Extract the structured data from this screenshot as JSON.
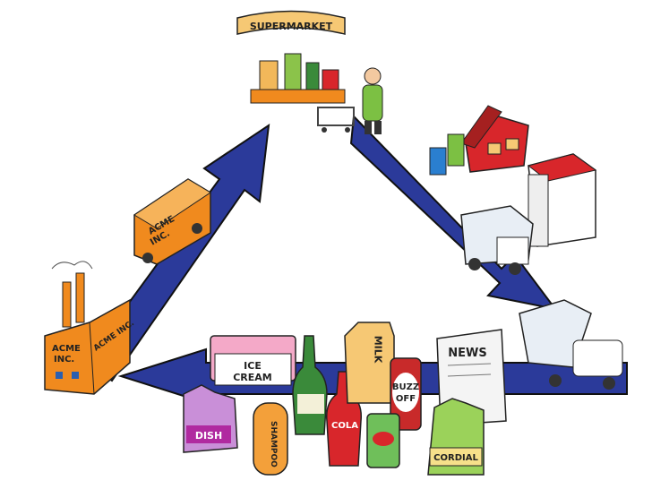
{
  "supermarket": {
    "sign": "SUPERMARKET"
  },
  "truck": {
    "line1": "ACME",
    "line2": "INC."
  },
  "factory": {
    "front_line1": "ACME",
    "front_line2": "INC.",
    "side": "ACME INC."
  },
  "products": {
    "ice_cream_line1": "ICE",
    "ice_cream_line2": "CREAM",
    "dish": "DISH",
    "shampoo": "SHAMPOO",
    "cola": "COLA",
    "milk": "MILK",
    "buzz_line1": "BUZZ",
    "buzz_line2": "OFF",
    "news": "NEWS",
    "cordial": "CORDIAL"
  },
  "colors": {
    "arrow": "#2b3a9a",
    "orange": "#f08a1e",
    "red": "#d8262b"
  }
}
